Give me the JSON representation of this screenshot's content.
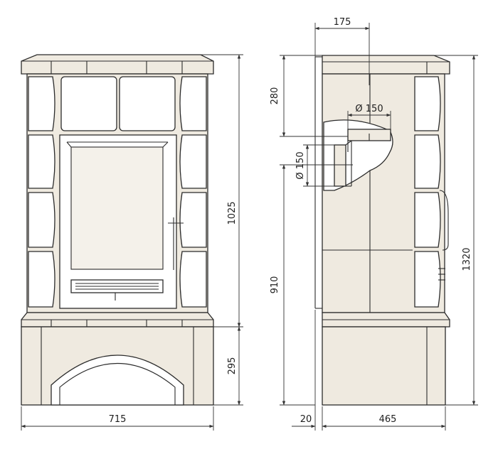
{
  "colors": {
    "tile": "#efeae0",
    "line": "#2b2b2b",
    "pipe": "#e8e3d8"
  },
  "labels": {
    "pipe_offset": "175",
    "top_to_pipe": "280",
    "pipe_top_diameter": "Ø 150",
    "pipe_back_diameter": "Ø 150",
    "stove_body_height": "1025",
    "back_pipe_height": "910",
    "total_height": "1320",
    "base_height": "295",
    "front_width": "715",
    "wall_gap": "20",
    "side_depth": "465"
  }
}
